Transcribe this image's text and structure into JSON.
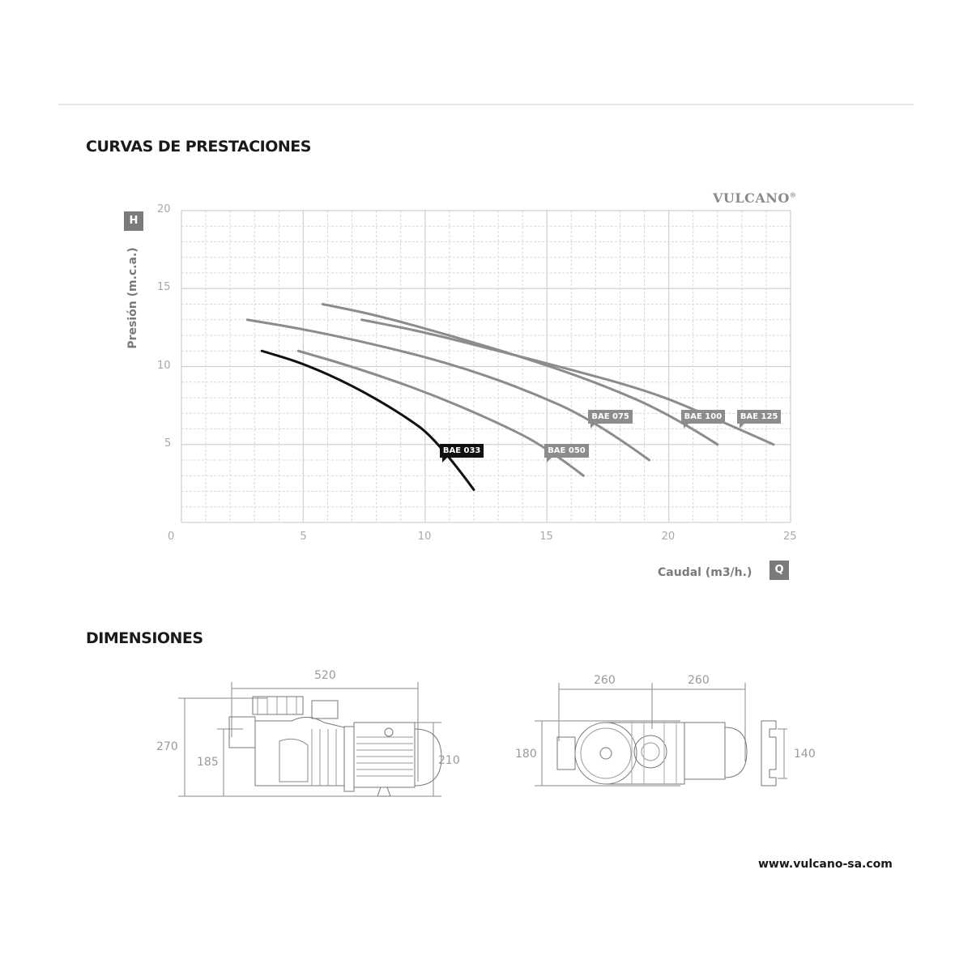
{
  "sections": {
    "performance_title": "CURVAS DE PRESTACIONES",
    "dimensions_title": "DIMENSIONES"
  },
  "brand": {
    "name": "VULCANO",
    "mark": "®"
  },
  "axes": {
    "h_badge": "H",
    "q_badge": "Q",
    "ylabel": "Presión (m.c.a.)",
    "xlabel": "Caudal (m3/h.)",
    "x_ticks": [
      "0",
      "5",
      "10",
      "15",
      "20",
      "25"
    ],
    "y_ticks": [
      "5",
      "10",
      "15",
      "20"
    ]
  },
  "colors": {
    "highlight_curve": "#111111",
    "other_curves": "#8c8c8c",
    "grid_major": "#d0d0d0",
    "grid_minor": "#d9d9d9",
    "badge_bg": "#7a7a7a"
  },
  "chart_data": {
    "type": "line",
    "title": "CURVAS DE PRESTACIONES",
    "xlabel": "Caudal (m3/h.)",
    "ylabel": "Presión (m.c.a.)",
    "xlim": [
      0,
      25
    ],
    "ylim": [
      0,
      20
    ],
    "x_major_step": 5,
    "y_major_step": 5,
    "minor_step": 1,
    "grid": true,
    "series": [
      {
        "name": "BAE 033",
        "highlight": true,
        "points": [
          [
            3.3,
            11.0
          ],
          [
            5,
            10.2
          ],
          [
            7,
            8.8
          ],
          [
            9,
            7.0
          ],
          [
            10.5,
            5.3
          ],
          [
            12,
            2.1
          ]
        ],
        "label_at": [
          10.6,
          4.6
        ]
      },
      {
        "name": "BAE 050",
        "highlight": false,
        "points": [
          [
            4.8,
            11.0
          ],
          [
            7,
            10.0
          ],
          [
            10,
            8.4
          ],
          [
            13,
            6.4
          ],
          [
            15,
            4.8
          ],
          [
            16.5,
            3.0
          ]
        ],
        "label_at": [
          14.9,
          4.6
        ]
      },
      {
        "name": "BAE 075",
        "highlight": false,
        "points": [
          [
            2.7,
            13.0
          ],
          [
            5,
            12.4
          ],
          [
            8,
            11.4
          ],
          [
            11,
            10.2
          ],
          [
            14,
            8.6
          ],
          [
            17,
            6.5
          ],
          [
            19.2,
            4.0
          ]
        ],
        "label_at": [
          16.7,
          6.8
        ]
      },
      {
        "name": "BAE 100",
        "highlight": false,
        "points": [
          [
            5.8,
            14.0
          ],
          [
            8,
            13.3
          ],
          [
            11,
            12.0
          ],
          [
            14,
            10.6
          ],
          [
            17,
            9.0
          ],
          [
            20,
            7.0
          ],
          [
            22,
            5.0
          ]
        ],
        "label_at": [
          20.5,
          6.8
        ]
      },
      {
        "name": "BAE 125",
        "highlight": false,
        "points": [
          [
            7.4,
            13.0
          ],
          [
            10,
            12.2
          ],
          [
            13,
            11.0
          ],
          [
            16,
            9.8
          ],
          [
            19,
            8.5
          ],
          [
            21,
            7.3
          ],
          [
            24.3,
            5.0
          ]
        ],
        "label_at": [
          22.8,
          6.8
        ]
      }
    ]
  },
  "dimensions": {
    "side_view": {
      "length": "520",
      "total_height": "270",
      "inlet_height": "185",
      "motor_height": "210"
    },
    "top_view": {
      "pump_length": "260",
      "motor_length": "260",
      "width": "180"
    },
    "end_view": {
      "width": "140"
    }
  },
  "footer": {
    "url": "www.vulcano-sa.com"
  }
}
